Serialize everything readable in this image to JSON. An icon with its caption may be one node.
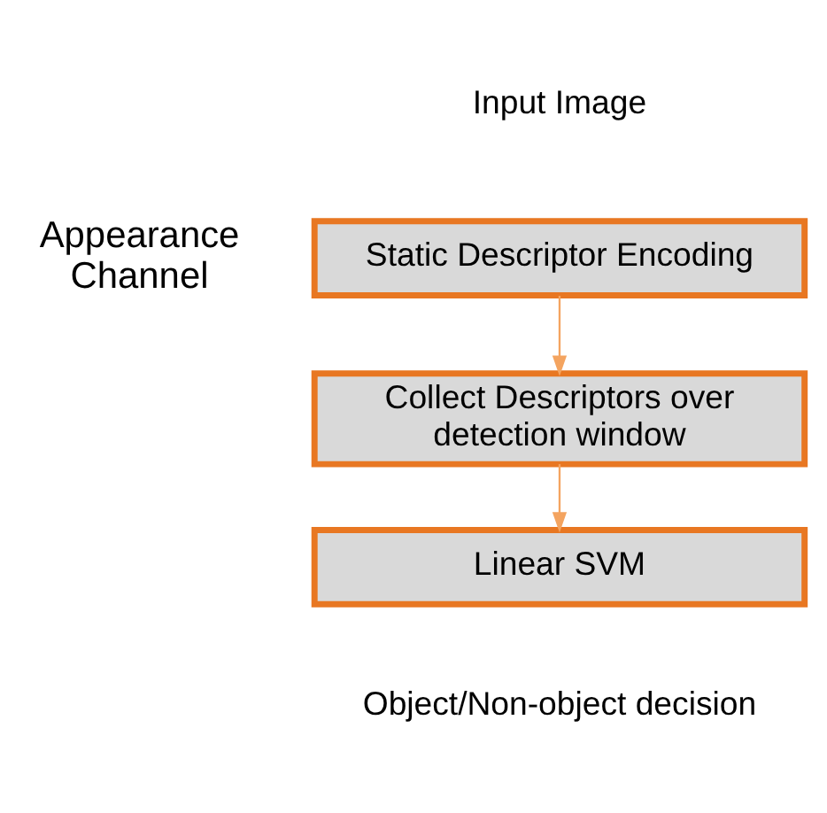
{
  "diagram": {
    "nodes": [
      {
        "text": [
          "Static Descriptor Encoding"
        ]
      },
      {
        "text": [
          "Collect Descriptors over detection window"
        ]
      },
      {
        "text": [
          "Linear SVM"
        ]
      }
    ],
    "edges": [
      {
        "from": 0,
        "to": 1,
        "arrow": "to"
      },
      {
        "from": 1,
        "to": 2,
        "arrow": "to"
      }
    ],
    "labels": [
      "Input Image",
      "Appearance Channel",
      "Object/Non-object decision"
    ]
  }
}
